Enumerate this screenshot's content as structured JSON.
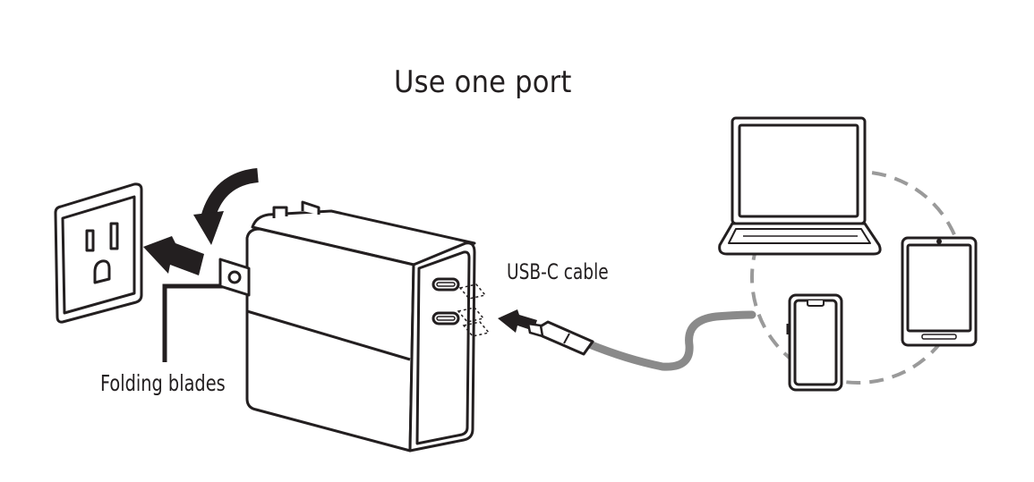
{
  "title": "Use one port",
  "labels": {
    "usb_c_cable": "USB-C cable",
    "folding_blades": "Folding blades"
  },
  "icons": {
    "wall_outlet": "wall-outlet-icon",
    "charger": "charger-icon",
    "laptop": "laptop-icon",
    "tablet": "tablet-icon",
    "phone": "phone-icon"
  },
  "colors": {
    "line": "#231f20",
    "cable": "#8a8a8a",
    "dashed_circle": "#9a9a9a"
  }
}
